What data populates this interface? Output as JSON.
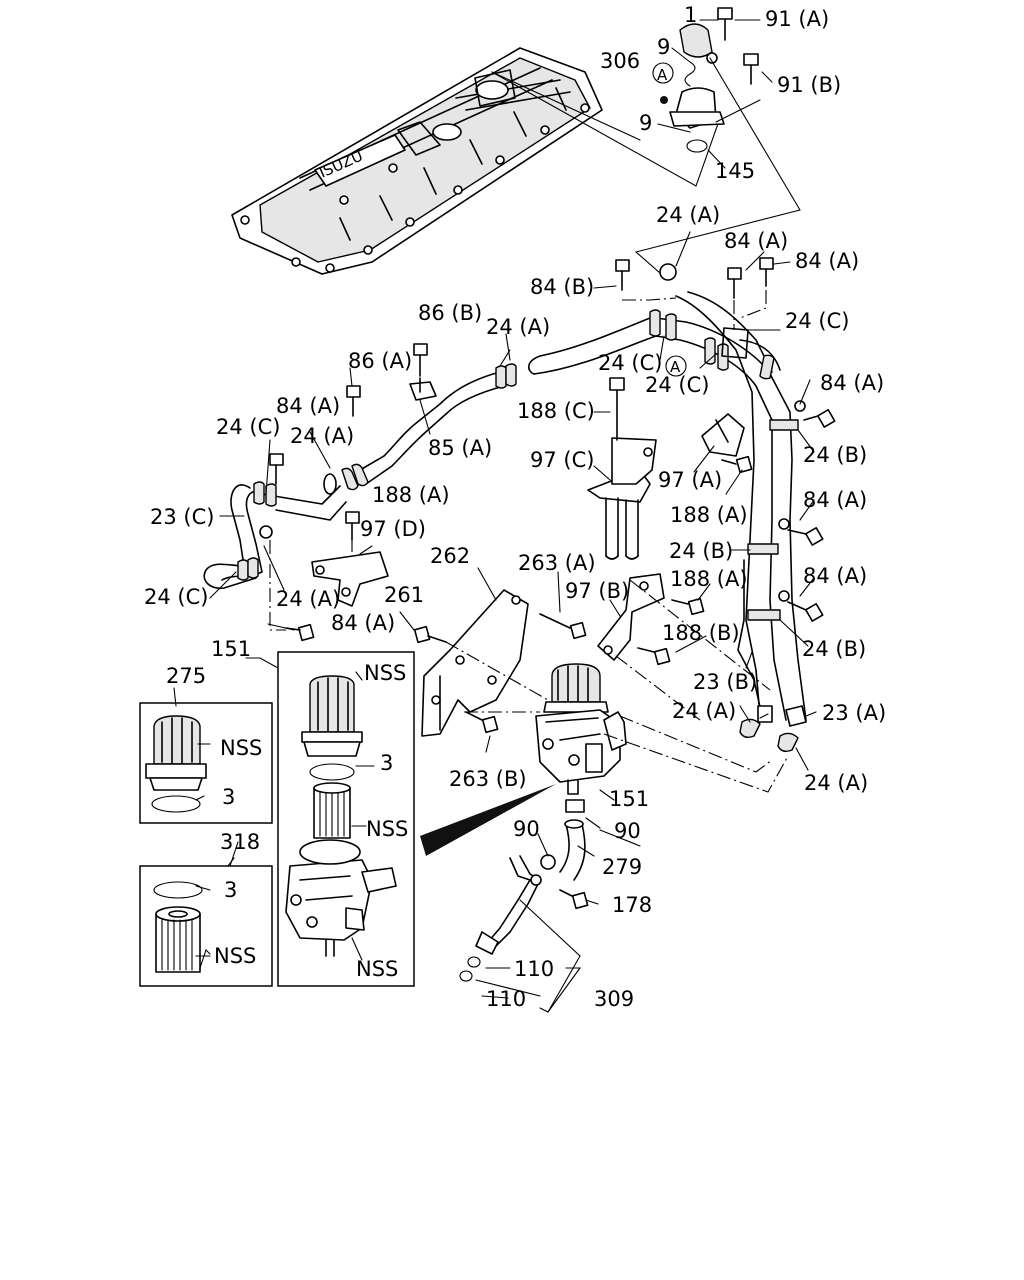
{
  "labels": {
    "l1": "1",
    "l91a": "91 (A)",
    "l91b": "91 (B)",
    "l9_top": "9",
    "l9_bot": "9",
    "l306": "306",
    "lA_top": "A",
    "l145": "145",
    "l24a_1": "24 (A)",
    "l84a_1": "84 (A)",
    "l84a_2": "84 (A)",
    "l84b": "84 (B)",
    "l24c_1": "24 (C)",
    "l86b": "86 (B)",
    "l24a_2": "24 (A)",
    "l86a": "86 (A)",
    "l24c_2": "24 (C)",
    "lA_mid": "A",
    "l24c_3": "24 (C)",
    "l84a_3": "84 (A)",
    "l188c": "188 (C)",
    "l24b_1": "24 (B)",
    "l84a_4": "84 (A)",
    "l24c_4": "24 (C)",
    "l24a_3": "24 (A)",
    "l85a": "85 (A)",
    "l97c": "97 (C)",
    "l97a": "97 (A)",
    "l188a_1": "188 (A)",
    "l23c": "23 (C)",
    "l188a_2": "188 (A)",
    "l97d": "97 (D)",
    "l84a_5": "84 (A)",
    "l24b_2": "24 (B)",
    "l262": "262",
    "l263a": "263 (A)",
    "l84a_6": "84 (A)",
    "l24c_5": "24 (C)",
    "l24a_4": "24 (A)",
    "l261": "261",
    "l97b": "97 (B)",
    "l188a_3": "188 (A)",
    "l84a_7": "84 (A)",
    "l188b": "188 (B)",
    "l24b_3": "24 (B)",
    "l151_top": "151",
    "l275": "275",
    "lNSS_1": "NSS",
    "l23b": "23 (B)",
    "l24a_5": "24 (A)",
    "l23a": "23 (A)",
    "lNSS_2": "NSS",
    "l3_1": "3",
    "l3_2": "3",
    "l263b": "263 (B)",
    "l24a_6": "24 (A)",
    "l151_mid": "151",
    "lNSS_3": "NSS",
    "l90_1": "90",
    "l90_2": "90",
    "l318": "318",
    "l279": "279",
    "l3_3": "3",
    "l178": "178",
    "lNSS_4": "NSS",
    "lNSS_5": "NSS",
    "l110_1": "110",
    "l110_2": "110",
    "l309": "309",
    "cover_text": "ISUZU"
  }
}
